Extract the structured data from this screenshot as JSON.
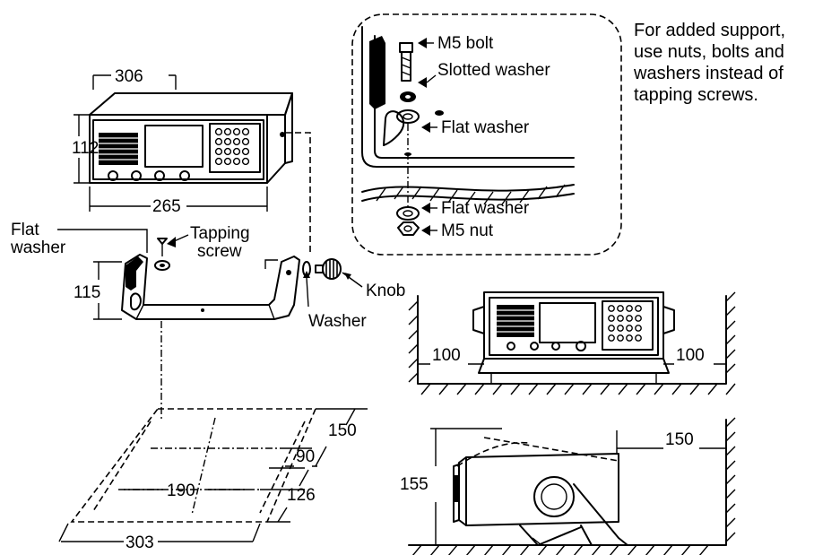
{
  "note": {
    "lines": [
      "For added support,",
      "use nuts, bolts and",
      "washers instead of",
      "tapping screws."
    ]
  },
  "unit_view": {
    "width": "306",
    "height": "112",
    "depth": "265"
  },
  "bracket_view": {
    "flat_washer_lines": [
      "Flat",
      "washer"
    ],
    "tapping_screw_lines": [
      "Tapping",
      "screw"
    ],
    "height": "115",
    "knob": "Knob",
    "washer": "Washer"
  },
  "bolt_detail": {
    "m5_bolt": "M5 bolt",
    "slotted_washer": "Slotted washer",
    "flat_washer_upper": "Flat washer",
    "flat_washer_lower": "Flat washer",
    "m5_nut": "M5 nut"
  },
  "footprint": {
    "d150": "150",
    "d90": "90",
    "d190": "190",
    "d126": "126",
    "d303": "303"
  },
  "front_clearance": {
    "left": "100",
    "right": "100"
  },
  "side_clearance": {
    "top": "150",
    "height": "155"
  }
}
